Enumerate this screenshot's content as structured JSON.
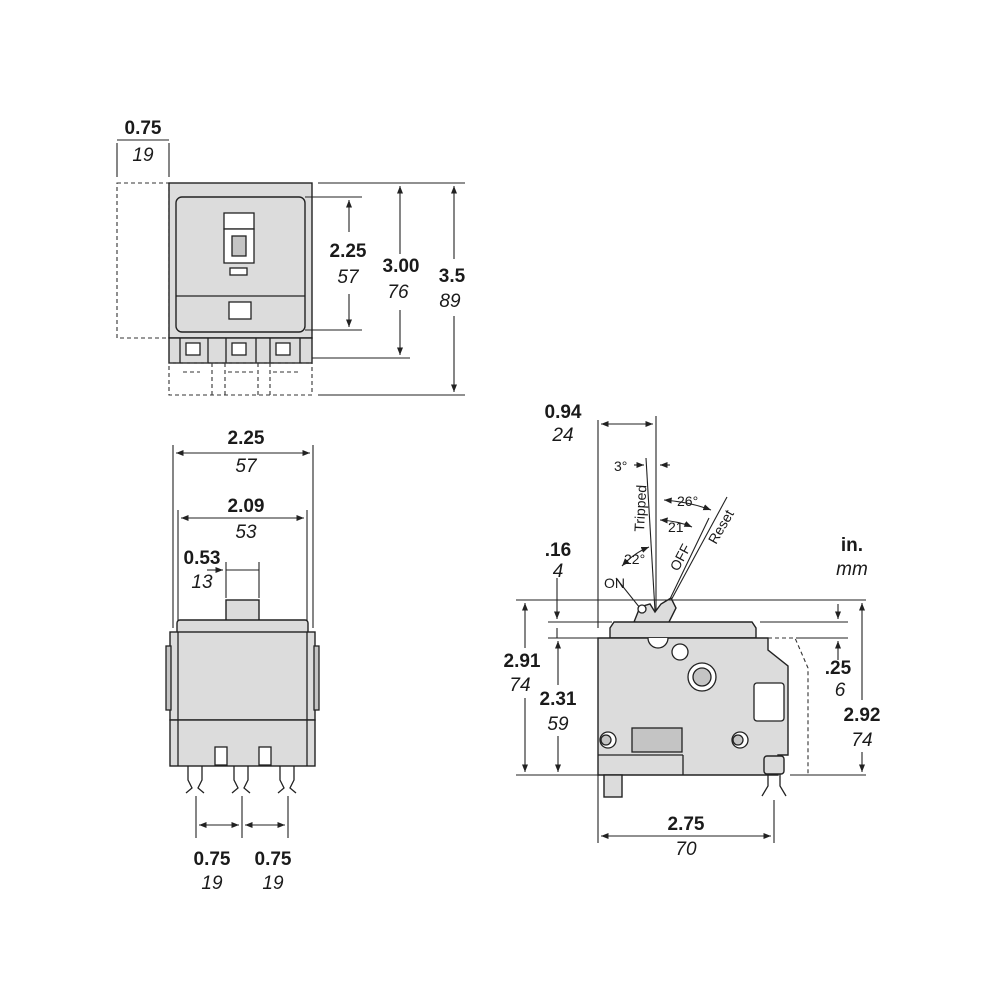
{
  "units": {
    "primary": "in.",
    "secondary": "mm"
  },
  "front_view": {
    "side_offset": {
      "in": "0.75",
      "mm": "19"
    },
    "handle_window": {
      "in": "2.25",
      "mm": "57"
    },
    "body_height": {
      "in": "3.00",
      "mm": "76"
    },
    "total_height": {
      "in": "3.5",
      "mm": "89"
    }
  },
  "bottom_view": {
    "overall_width": {
      "in": "2.25",
      "mm": "57"
    },
    "inner_width": {
      "in": "2.09",
      "mm": "53"
    },
    "handle_width": {
      "in": "0.53",
      "mm": "13"
    },
    "pole_spacing_left": {
      "in": "0.75",
      "mm": "19"
    },
    "pole_spacing_right": {
      "in": "0.75",
      "mm": "19"
    }
  },
  "side_view": {
    "handle_offset": {
      "in": "0.94",
      "mm": "24"
    },
    "handle_step": {
      "in": ".16",
      "mm": "4"
    },
    "height_left": {
      "in": "2.91",
      "mm": "74"
    },
    "body_height": {
      "in": "2.31",
      "mm": "59"
    },
    "end_step": {
      "in": ".25",
      "mm": "6"
    },
    "height_right": {
      "in": "2.92",
      "mm": "74"
    },
    "depth": {
      "in": "2.75",
      "mm": "70"
    },
    "angles": {
      "tripped_tilt": "3°",
      "reset": "26°",
      "off": "21°",
      "on": "22°"
    },
    "positions": {
      "on": "ON",
      "tripped": "Tripped",
      "off": "OFF",
      "reset": "Reset"
    }
  }
}
